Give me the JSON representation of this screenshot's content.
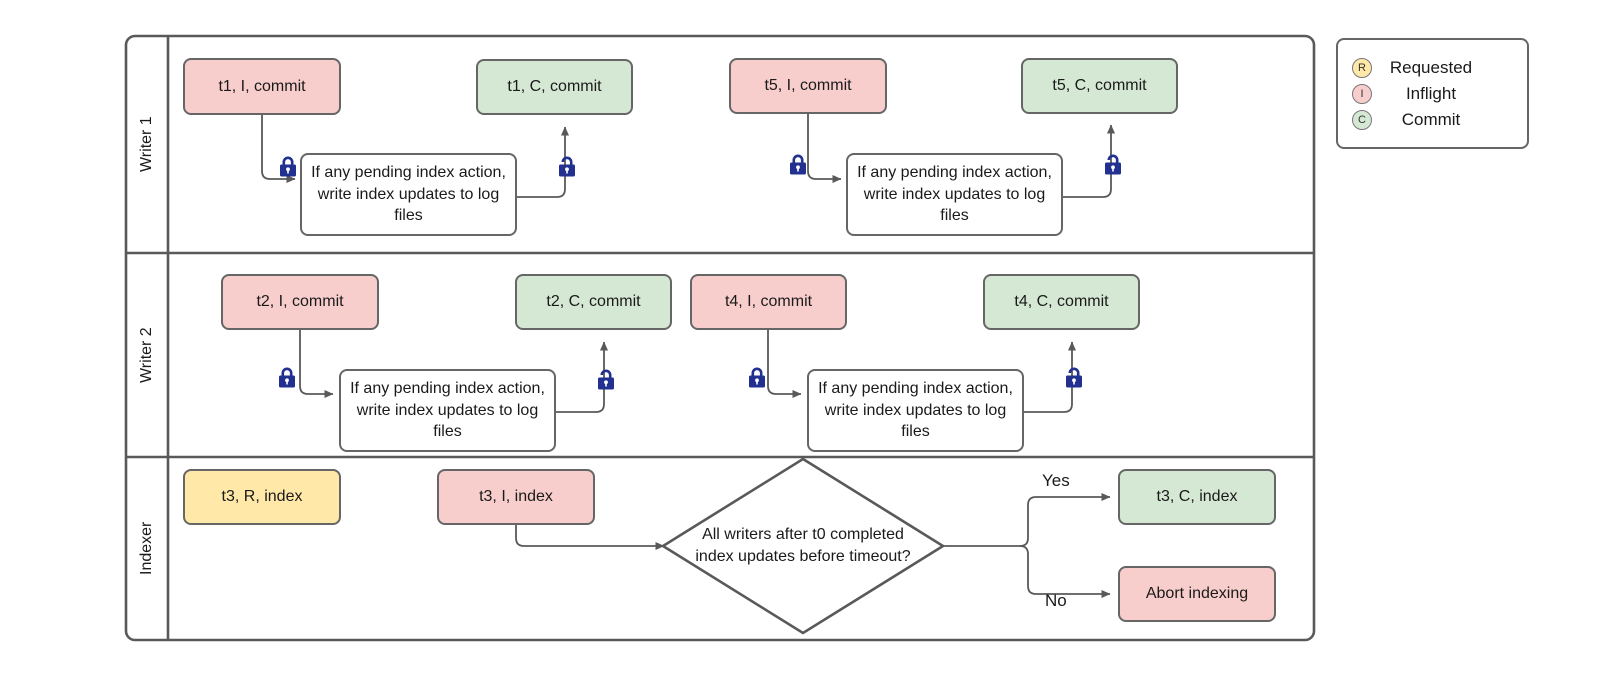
{
  "diagram": {
    "title": "Writer / Indexer concurrency swimlane flowchart",
    "colors": {
      "inflight": "#f8cecc",
      "commit": "#d5e8d4",
      "requested": "#ffe8a8",
      "process": "#ffffff",
      "stroke": "#666666",
      "lock": "#22308f"
    }
  },
  "lanes": [
    {
      "label": "Writer 1"
    },
    {
      "label": "Writer 2"
    },
    {
      "label": "Indexer"
    }
  ],
  "writer1": {
    "start": "t1, I, commit",
    "process": "If any pending index action, write index updates to log files",
    "end": "t1, C, commit",
    "start2": "t5, I, commit",
    "process2": "If any pending index action, write index updates to log files",
    "end2": "t5, C, commit",
    "lock_closed_icon": "lock-closed-icon",
    "lock_open_icon": "lock-open-icon"
  },
  "writer2": {
    "start": "t2, I, commit",
    "process": "If any pending index action, write index updates to log files",
    "end": "t2, C, commit",
    "start2": "t4, I, commit",
    "process2": "If any pending index action, write index updates to log files",
    "end2": "t4, C, commit"
  },
  "indexer": {
    "requested": "t3, R, index",
    "inflight": "t3, I, index",
    "decision": "All writers after t0 completed index updates before timeout?",
    "yes_label": "Yes",
    "no_label": "No",
    "yes_target": "t3, C, index",
    "no_target": "Abort indexing"
  },
  "legend": {
    "items": [
      {
        "code": "R",
        "label": "Requested"
      },
      {
        "code": "I",
        "label": "Inflight"
      },
      {
        "code": "C",
        "label": "Commit"
      }
    ]
  }
}
